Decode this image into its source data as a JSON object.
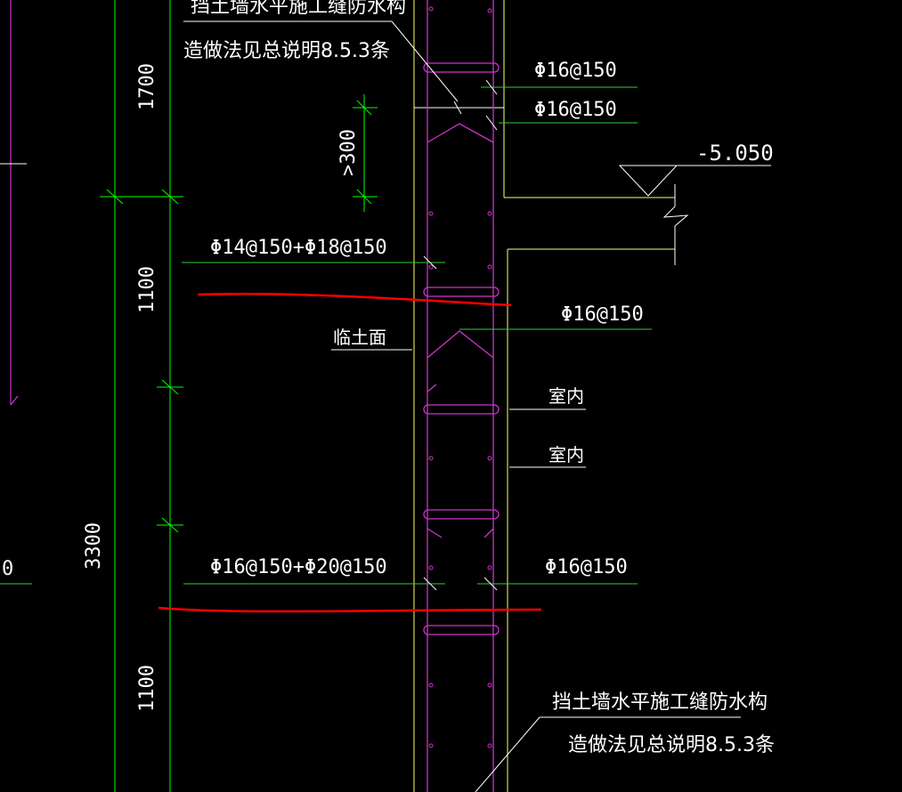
{
  "colors": {
    "background": "#000000",
    "dimension_line": "#00ff00",
    "leader_line": "#33cc33",
    "rebar": "#cc33cc",
    "wall_outline": "#ffff66",
    "markup": "#ff0000",
    "text": "#ffffff"
  },
  "labels": {
    "top_note_line1_partial": "挡土墙水平施工缝防水构",
    "top_note_line2": "造做法见总说明8.5.3条",
    "rebar_top_1": "Φ16@150",
    "rebar_top_2": "Φ16@150",
    "level": "-5.050",
    "dim_lap": ">300",
    "rebar_left_upper": "Φ14@150+Φ18@150",
    "rebar_right_mid": "Φ16@150",
    "soil_face": "临土面",
    "indoor_1": "室内",
    "indoor_2": "室内",
    "rebar_left_lower": "Φ16@150+Φ20@150",
    "rebar_right_lower": "Φ16@150",
    "bottom_note_line1": "挡土墙水平施工缝防水构",
    "bottom_note_line2": "造做法见总说明8.5.3条",
    "dim_1700": "1700",
    "dim_1100_upper": "1100",
    "dim_3300": "3300",
    "dim_1100_lower": "1100",
    "edge_fragment": "0"
  }
}
